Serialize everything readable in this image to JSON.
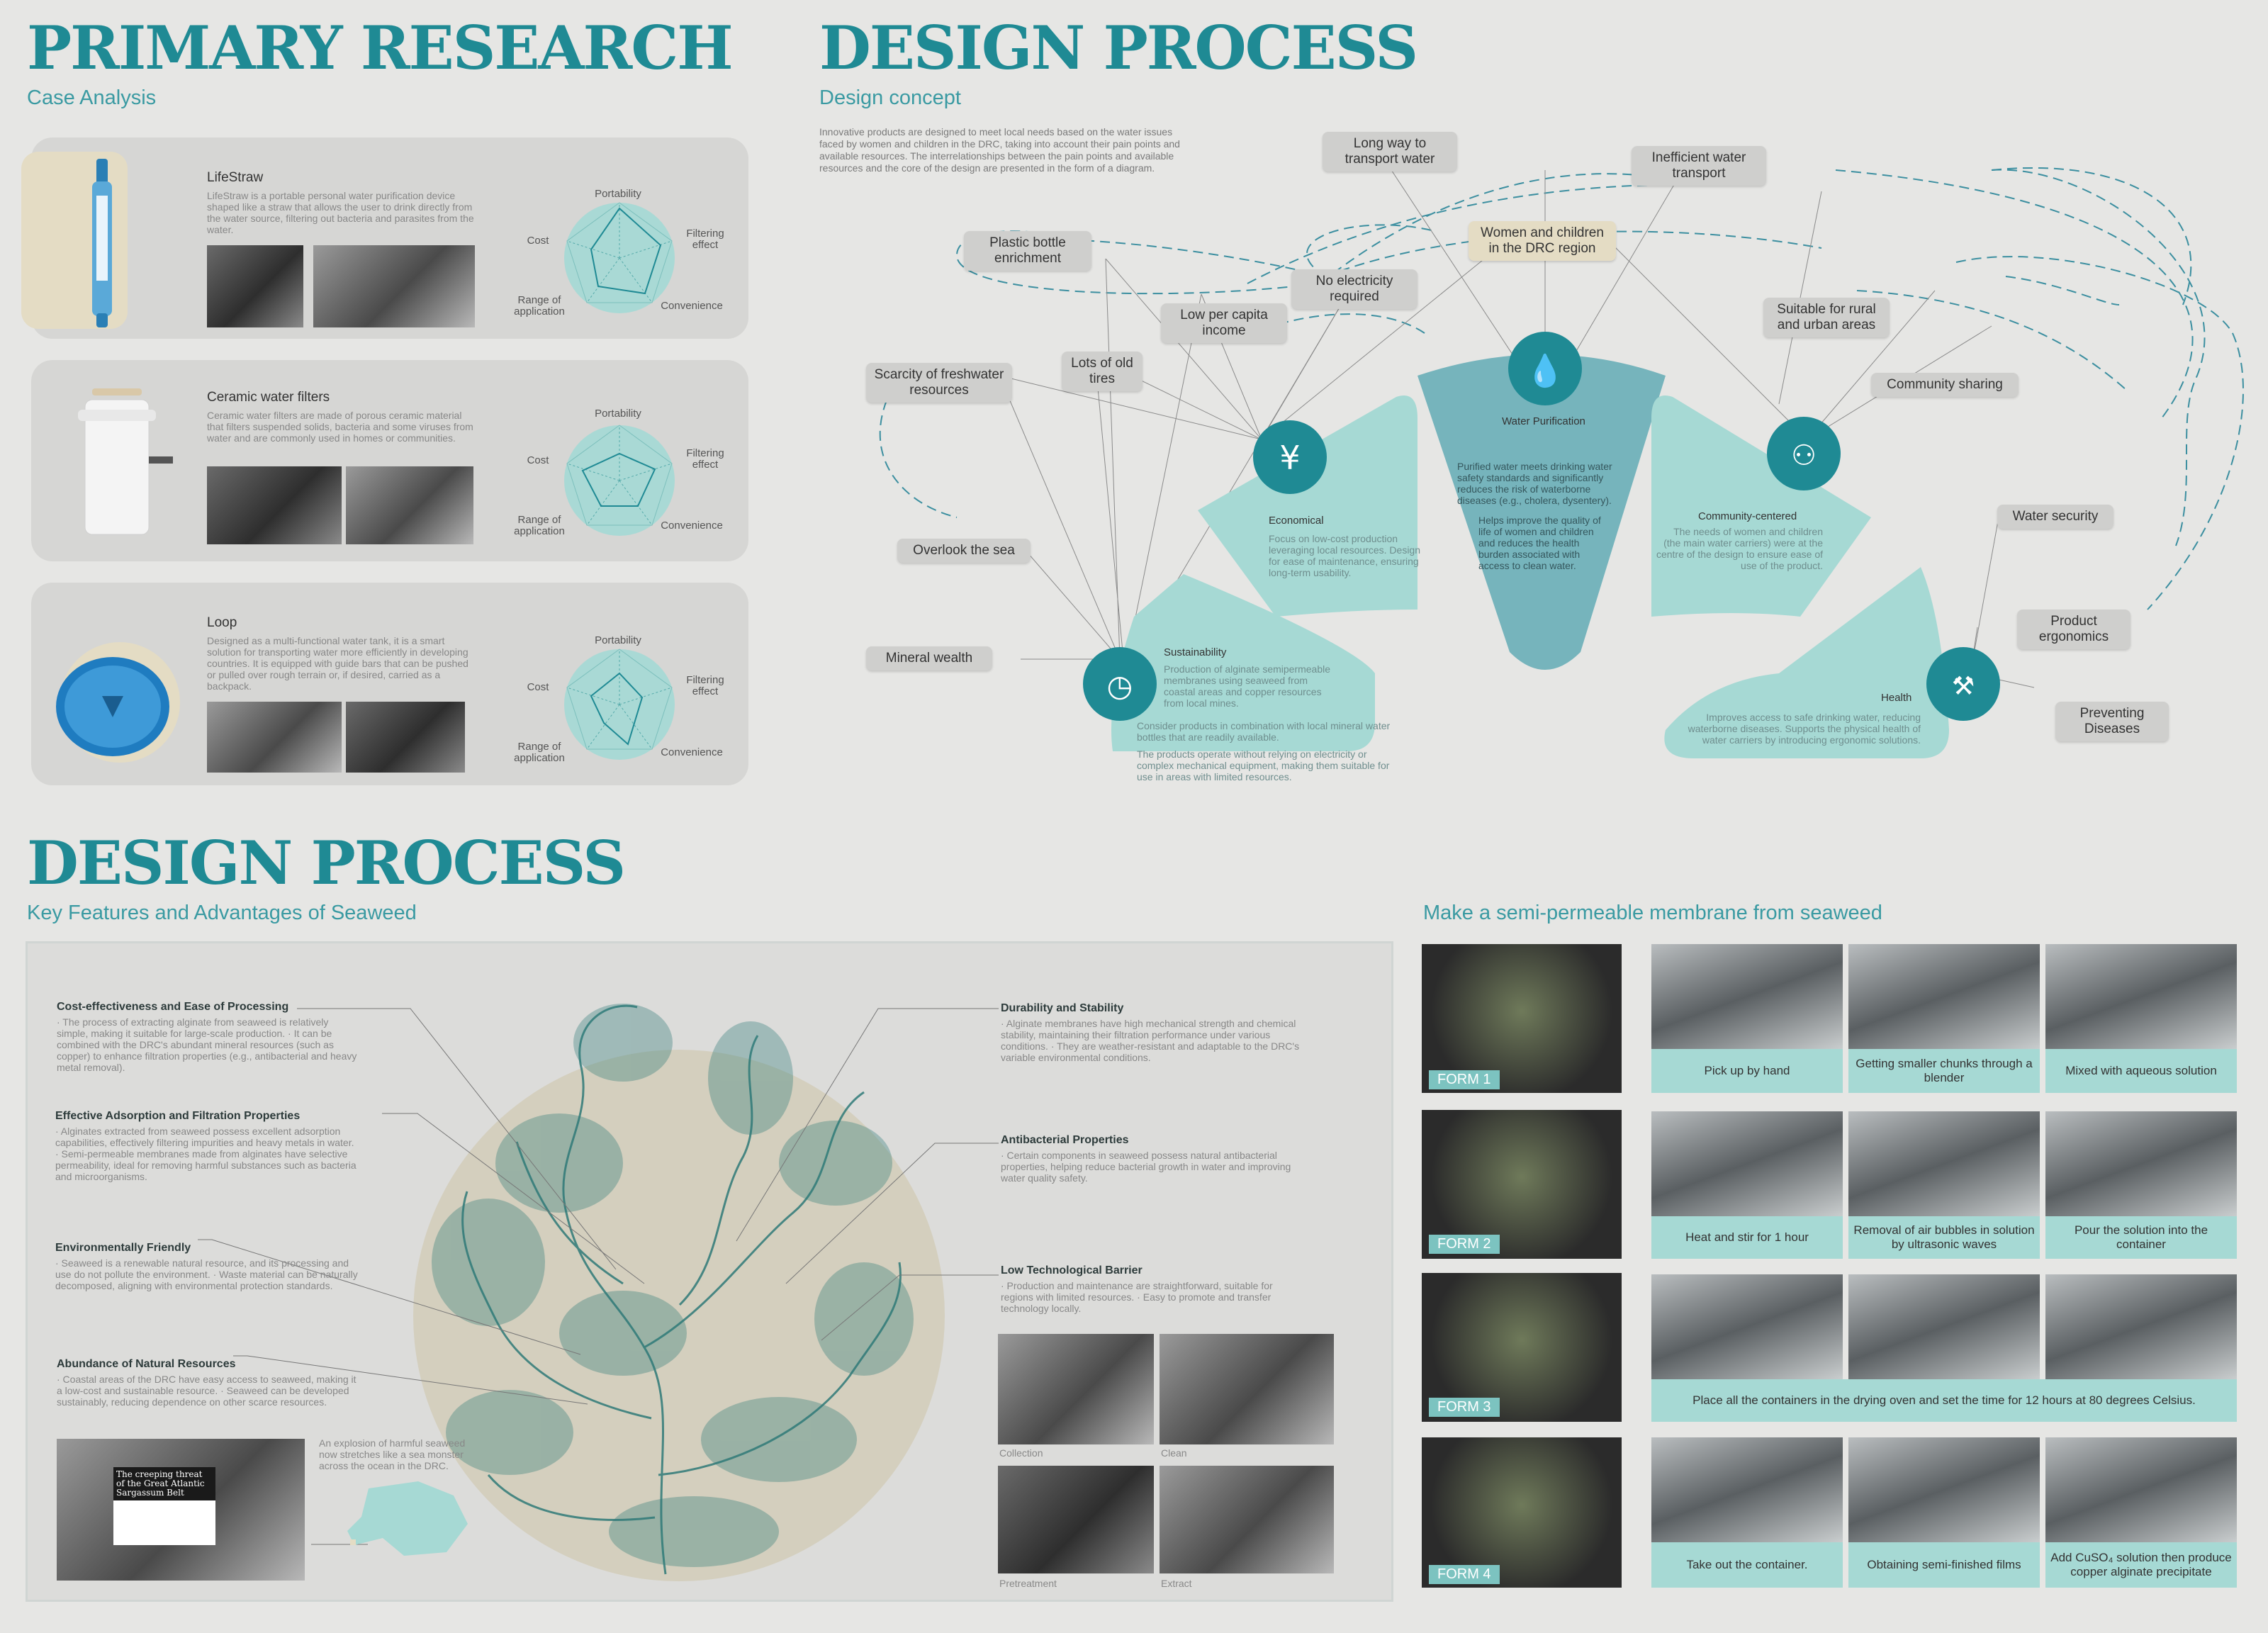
{
  "primary": {
    "title": "PRIMARY RESEARCH",
    "subtitle": "Case Analysis",
    "radar_labels": {
      "top": "Portability",
      "right": "Filtering effect",
      "br": "Convenience",
      "bl": "Range of application",
      "left": "Cost"
    },
    "cases": [
      {
        "name": "LifeStraw",
        "text": "LifeStraw is a portable personal water purification device shaped like a straw that allows the user to drink directly from the water source, filtering out bacteria and parasites from the water."
      },
      {
        "name": "Ceramic water filters",
        "text": "Ceramic water filters are made of porous ceramic material that filters suspended solids, bacteria and some viruses from water and are commonly used in homes or communities."
      },
      {
        "name": "Loop",
        "text": "Designed as a multi-functional water tank, it is a smart solution for transporting water more efficiently in developing countries. It is equipped with guide bars that can be pushed or pulled over rough terrain or, if desired, carried as a backpack."
      }
    ]
  },
  "process": {
    "title": "DESIGN PROCESS",
    "subtitle": "Design concept",
    "intro": "Innovative products are designed to meet local needs based on the water issues faced by women and children in the DRC, taking into account their pain points and available resources. The interrelationships between the pain points and available resources and the core of the design are presented in the form of a diagram.",
    "tags": {
      "long_way": "Long way to transport water",
      "inefficient": "Inefficient water transport",
      "women": "Women and children in the DRC region",
      "plastic": "Plastic bottle enrichment",
      "no_elec": "No electricity required",
      "low_income": "Low per capita income",
      "old_tires": "Lots of old tires",
      "scarcity": "Scarcity of freshwater resources",
      "overlook": "Overlook the sea",
      "mineral": "Mineral wealth",
      "rural": "Suitable for rural and urban areas",
      "community": "Community sharing",
      "water_sec": "Water security",
      "ergonomics": "Product ergonomics",
      "diseases": "Preventing Diseases"
    },
    "fan": {
      "economical": {
        "title": "Economical",
        "text": "Focus on low-cost production leveraging local resources. Design for ease of maintenance, ensuring long-term usability."
      },
      "purification": {
        "title": "Water Purification",
        "text1": "Purified water meets drinking water safety standards and significantly reduces the risk of waterborne diseases (e.g., cholera, dysentery).",
        "text2": "Helps improve the quality of life of women and children and reduces the health burden associated with access to clean water."
      },
      "community": {
        "title": "Community-centered",
        "text": "The needs of women and children (the main water carriers) were at the centre of the design to ensure ease of use of the product."
      },
      "sustainability": {
        "title": "Sustainability",
        "text1": "Production of alginate semipermeable membranes using seaweed from coastal areas and copper resources from local mines.",
        "text2": "Consider products in combination with local mineral water bottles that are readily available.",
        "text3": "The products operate without relying on electricity or complex mechanical equipment, making them suitable for use in areas with limited resources."
      },
      "health": {
        "title": "Health",
        "text": "Improves access to safe drinking water, reducing waterborne diseases. Supports the physical health of water carriers by introducing ergonomic solutions."
      }
    }
  },
  "seaweed": {
    "title": "DESIGN PROCESS",
    "subtitle": "Key Features and Advantages of Seaweed",
    "features_left": [
      {
        "h": "Cost-effectiveness and Ease of Processing",
        "t": "· The process of extracting alginate from seaweed is relatively simple, making it suitable for large-scale production. · It can be combined with the DRC's abundant mineral resources (such as copper) to enhance filtration properties (e.g., antibacterial and heavy metal removal)."
      },
      {
        "h": "Effective Adsorption and Filtration Properties",
        "t": "· Alginates extracted from seaweed possess excellent adsorption capabilities, effectively filtering impurities and heavy metals in water. · Semi-permeable membranes made from alginates have selective permeability, ideal for removing harmful substances such as bacteria and microorganisms."
      },
      {
        "h": "Environmentally Friendly",
        "t": "· Seaweed is a renewable natural resource, and its processing and use do not pollute the environment. · Waste material can be naturally decomposed, aligning with environmental protection standards."
      },
      {
        "h": "Abundance of Natural Resources",
        "t": "· Coastal areas of the DRC have easy access to seaweed, making it a low-cost and sustainable resource. · Seaweed can be developed sustainably, reducing dependence on other scarce resources."
      }
    ],
    "features_right": [
      {
        "h": "Durability and Stability",
        "t": "· Alginate membranes have high mechanical strength and chemical stability, maintaining their filtration performance under various conditions. · They are weather-resistant and adaptable to the DRC's variable environmental conditions."
      },
      {
        "h": "Antibacterial Properties",
        "t": "· Certain components in seaweed possess natural antibacterial properties, helping reduce bacterial growth in water and improving water quality safety."
      },
      {
        "h": "Low Technological Barrier",
        "t": "· Production and maintenance are straightforward, suitable for regions with limited resources. · Easy to promote and transfer technology locally."
      }
    ],
    "news_headline": "The creeping threat of the Great Atlantic Sargassum Belt",
    "explosion_text": "An explosion of harmful seaweed now stretches like a sea monster across the ocean in the DRC.",
    "captions": [
      "Collection",
      "Clean",
      "Pretreatment",
      "Extract"
    ]
  },
  "membrane": {
    "subtitle": "Make a semi-permeable membrane from seaweed",
    "forms": [
      "FORM 1",
      "FORM 2",
      "FORM 3",
      "FORM 4"
    ],
    "row1": [
      "Pick up by hand",
      "Getting smaller chunks through a blender",
      "Mixed with aqueous solution"
    ],
    "row2": [
      "Heat and stir for 1 hour",
      "Removal of air bubbles in solution by ultrasonic waves",
      "Pour the solution into the container"
    ],
    "row3": "Place all the containers in the drying oven and set the time for 12 hours at 80 degrees Celsius.",
    "row4": [
      "Take out the container.",
      "Obtaining semi-finished films",
      "Add CuSO₄ solution then produce copper alginate precipitate"
    ]
  }
}
